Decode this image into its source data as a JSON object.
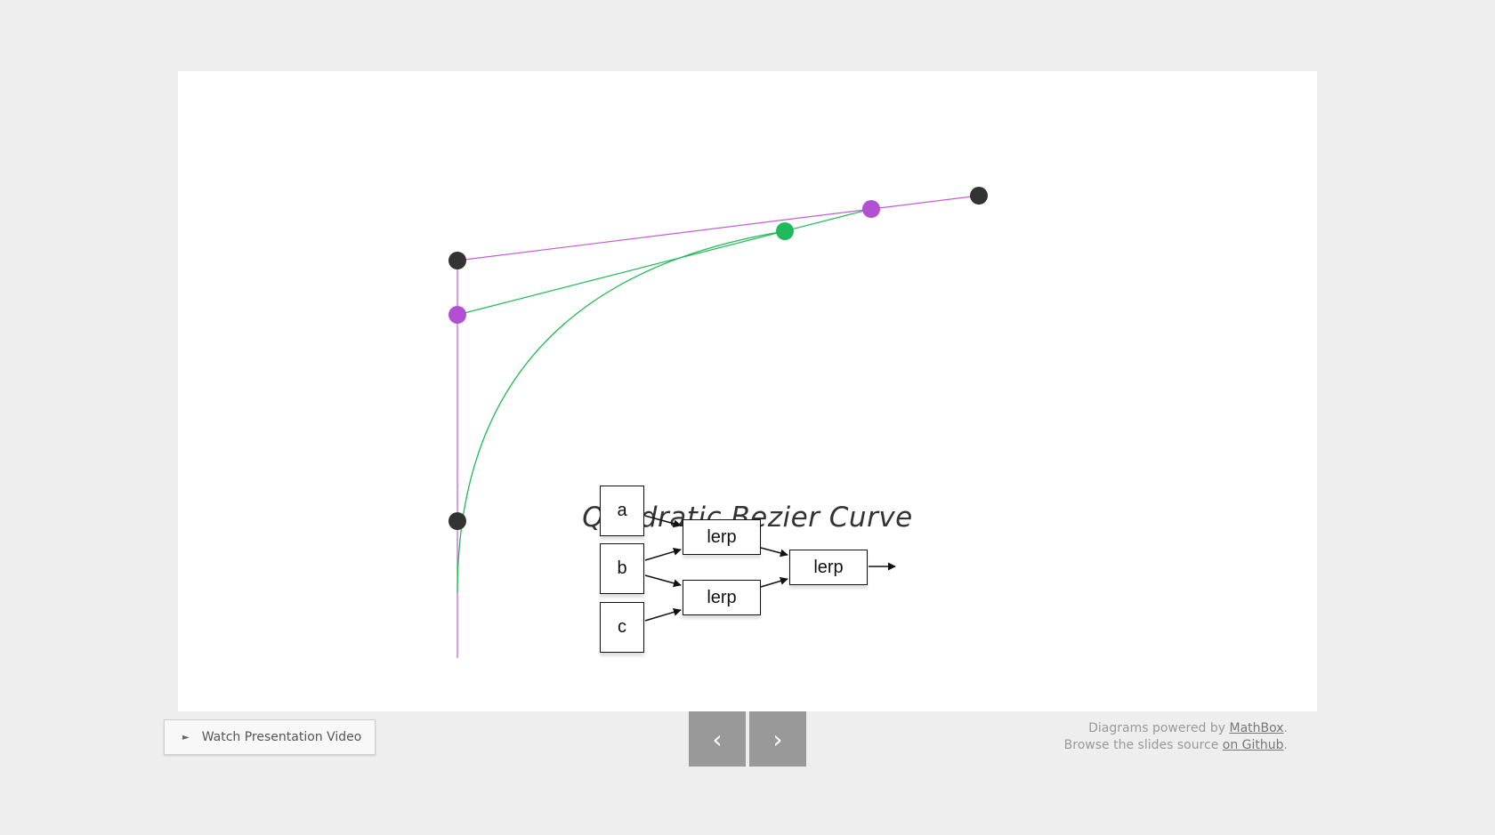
{
  "slide": {
    "title": "Quadratic Bezier Curve",
    "diagram": {
      "inputs": [
        "a",
        "b",
        "c"
      ],
      "stage1": [
        "lerp",
        "lerp"
      ],
      "stage2": [
        "lerp"
      ]
    },
    "colors": {
      "control_point": "#333333",
      "control_line": "#c25ad9",
      "lerp_point": "#b34fd3",
      "curve": "#22bb55",
      "curve_point": "#1fba59"
    }
  },
  "footer": {
    "video_button": {
      "icon": "play-icon",
      "label": "Watch Presentation Video"
    },
    "prev_button": {
      "icon": "chevron-left-icon",
      "glyph": "‹"
    },
    "next_button": {
      "icon": "chevron-right-icon",
      "glyph": "›"
    },
    "credits": {
      "line1_prefix": "Diagrams powered by ",
      "line1_link": "MathBox",
      "line1_suffix": ".",
      "line2_prefix": "Browse the slides source ",
      "line2_link": "on Github",
      "line2_suffix": "."
    }
  }
}
